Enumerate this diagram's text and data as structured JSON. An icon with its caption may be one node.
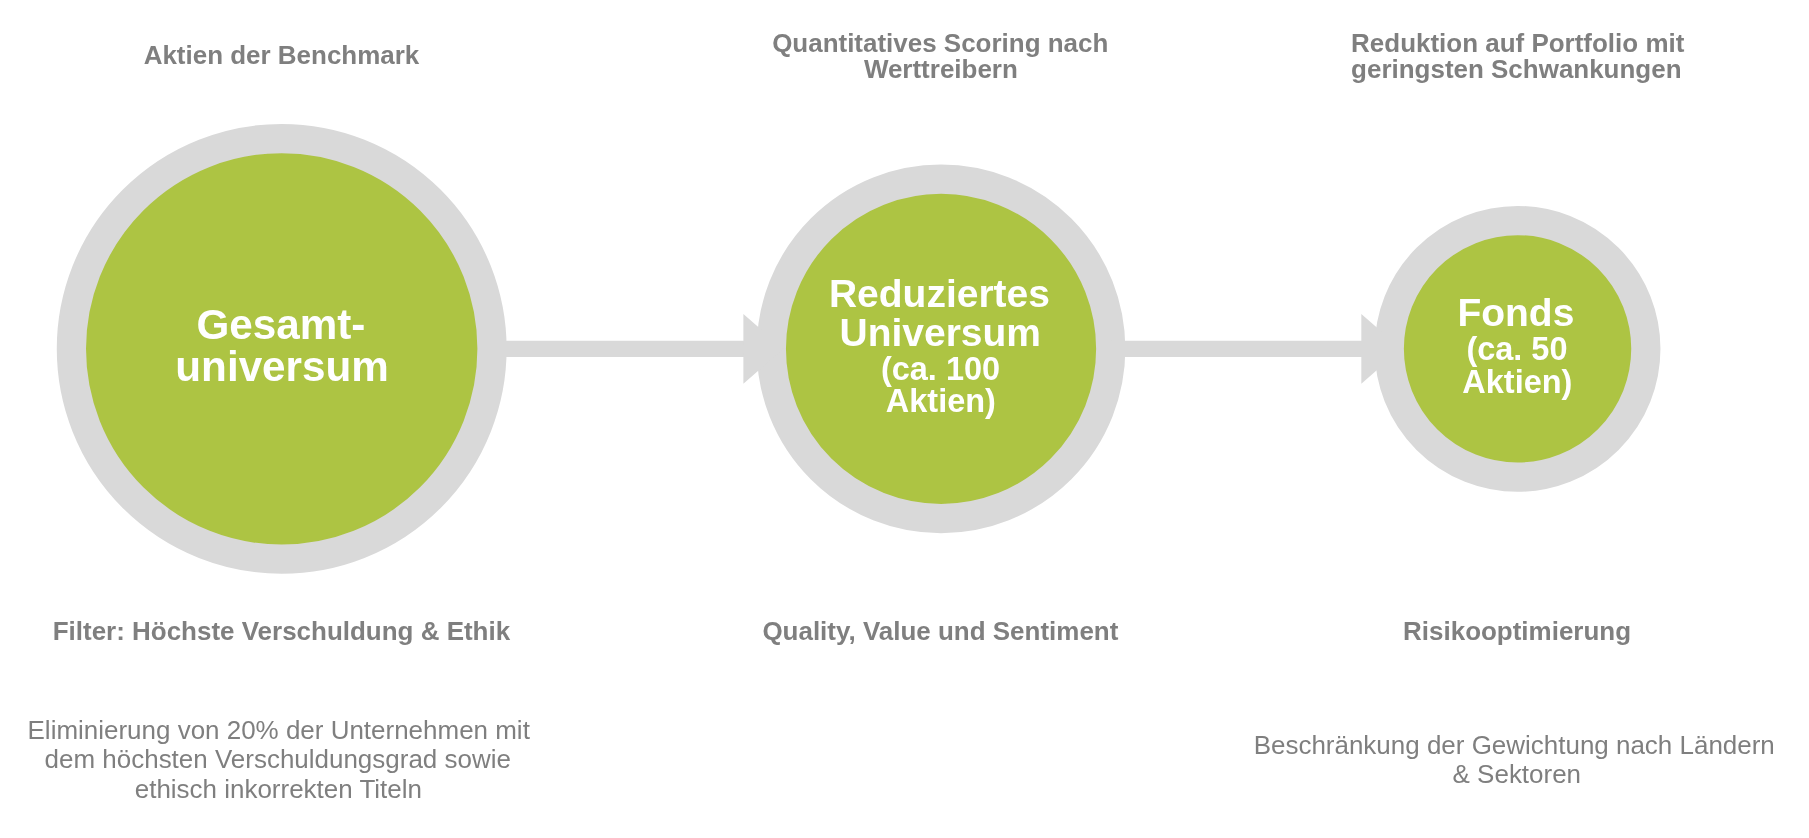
{
  "diagram": {
    "nodes": [
      {
        "text": [
          "Gesamt- universum"
        ]
      },
      {
        "text": [
          "Reduziertes Universum",
          "(ca. 100 Aktien)"
        ]
      },
      {
        "text": [
          "Fonds",
          "(ca. 50 Aktien)"
        ]
      }
    ],
    "edges": [
      {
        "from": 0,
        "to": 1,
        "arrow": "to"
      },
      {
        "from": 1,
        "to": 2,
        "arrow": "to"
      }
    ],
    "labels": [
      "Aktien der Benchmark",
      "Quantitatives Scoring nach Werttreibern",
      "Reduktion auf Portfolio mit geringsten Schwankungen",
      "Filter: Höchste Verschuldung & Ethik",
      "Quality, Value und Sentiment",
      "Risikooptimierung",
      "Eliminierung von 20% der Unternehmen mit dem höchsten Verschuldungsgrad sowie ethisch inkorrekten Titeln",
      "Beschränkung der Gewichtung nach Ländern & Sektoren"
    ]
  }
}
